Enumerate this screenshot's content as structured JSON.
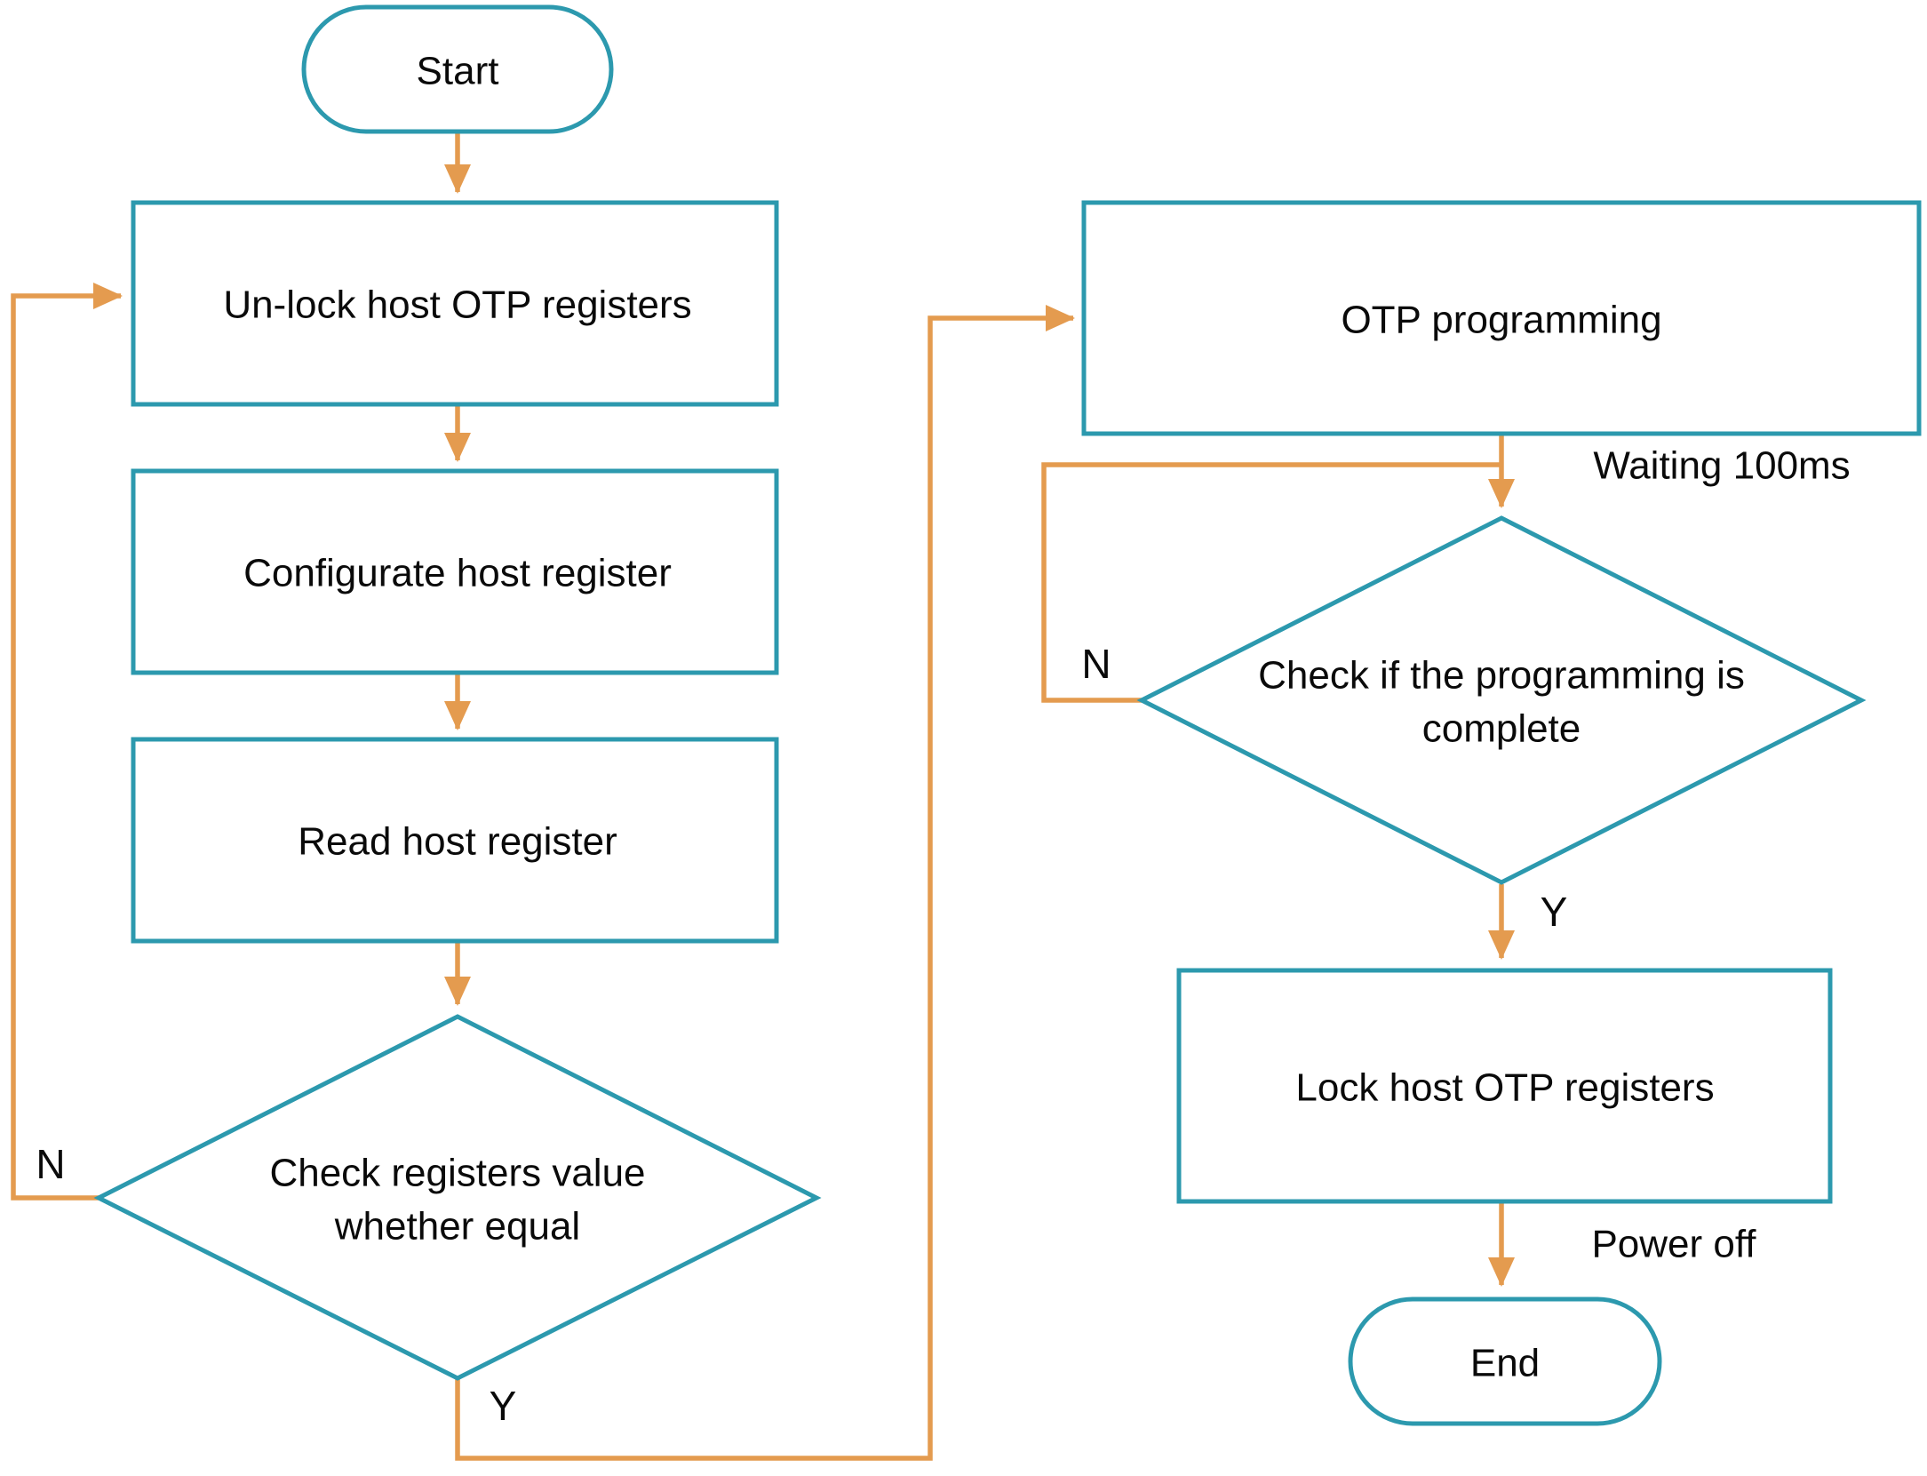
{
  "page": {
    "background_color": "#ffffff"
  },
  "flowchart": {
    "colors": {
      "shape_stroke": "#2C99AE",
      "connector": "#E49B4F",
      "text": "#0a0a0a"
    },
    "nodes": {
      "start": {
        "type": "terminator",
        "label": "Start"
      },
      "unlock": {
        "type": "process",
        "label": "Un-lock host OTP registers"
      },
      "configurate": {
        "type": "process",
        "label": "Configurate host register"
      },
      "read": {
        "type": "process",
        "label": "Read host register"
      },
      "check_registers": {
        "type": "decision",
        "label_line1": "Check registers value",
        "label_line2": "whether equal"
      },
      "otp_programming": {
        "type": "process",
        "label": "OTP programming"
      },
      "check_complete": {
        "type": "decision",
        "label_line1": "Check if the programming is",
        "label_line2": "complete"
      },
      "lock": {
        "type": "process",
        "label": "Lock host OTP registers"
      },
      "end": {
        "type": "terminator",
        "label": "End"
      }
    },
    "edge_labels": {
      "check_registers_no": "N",
      "check_registers_yes": "Y",
      "check_complete_no": "N",
      "check_complete_yes": "Y",
      "waiting": "Waiting 100ms",
      "power_off": "Power off"
    }
  }
}
